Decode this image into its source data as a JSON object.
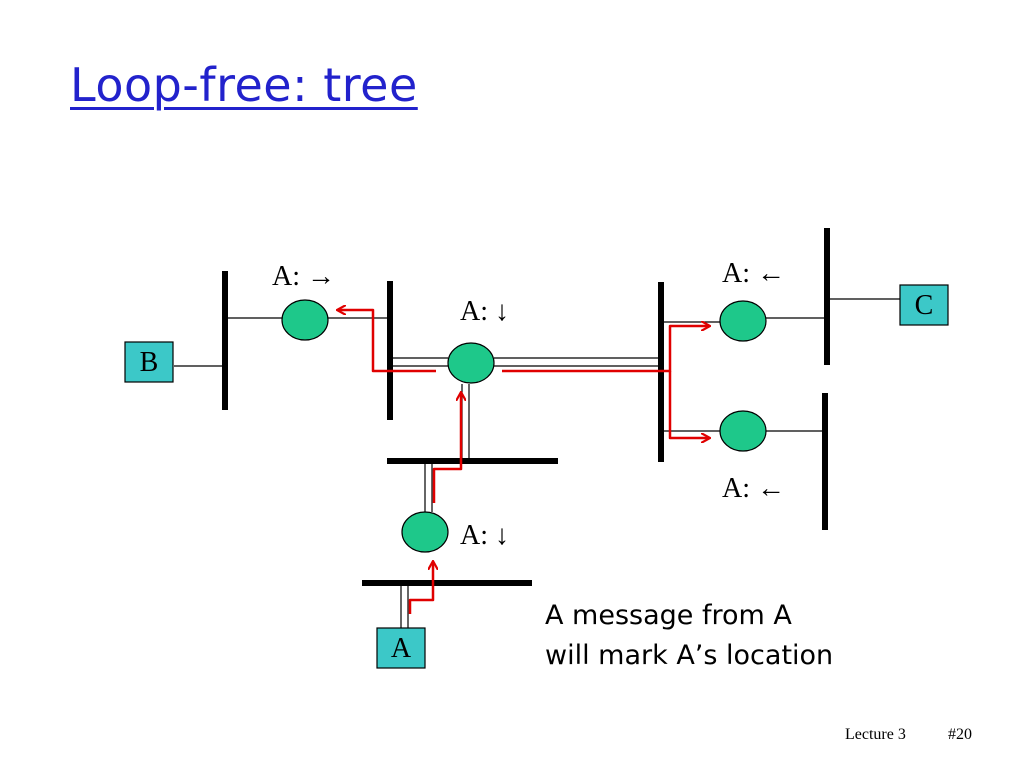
{
  "title": "Loop-free: tree",
  "hosts": {
    "a": "A",
    "b": "B",
    "c": "C"
  },
  "table_labels": {
    "b1": "A: →",
    "b2": "A: ↓",
    "b3": "A: ←",
    "b4": "A: ←",
    "b5": "A: ↓"
  },
  "caption": {
    "line1": "A message from A",
    "line2": "will mark A’s location"
  },
  "footer": {
    "lecture": "Lecture 3",
    "slide": "#20"
  },
  "colors": {
    "title": "#2222cc",
    "bridge": "#1ec88a",
    "host": "#3cc8c8",
    "arrow": "#e00000",
    "bus": "#000000"
  }
}
